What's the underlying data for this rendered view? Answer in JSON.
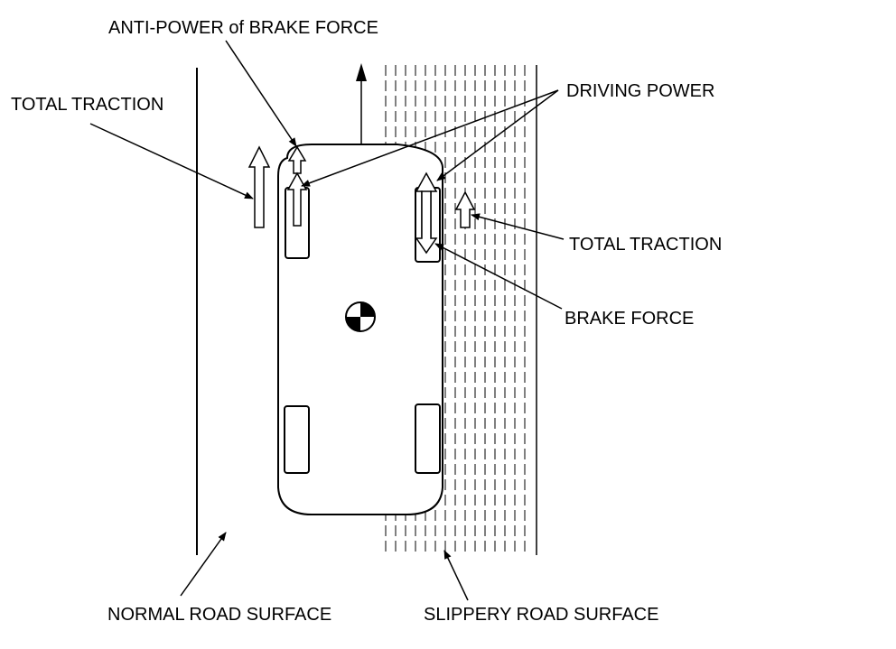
{
  "labels": {
    "anti_power": "ANTI-POWER of BRAKE FORCE",
    "total_traction_left": "TOTAL TRACTION",
    "driving_power": "DRIVING POWER",
    "total_traction_right": "TOTAL TRACTION",
    "brake_force": "BRAKE FORCE",
    "normal_surface": "NORMAL ROAD SURFACE",
    "slippery_surface": "SLIPPERY ROAD SURFACE"
  },
  "colors": {
    "line": "#000000",
    "background": "#ffffff"
  }
}
